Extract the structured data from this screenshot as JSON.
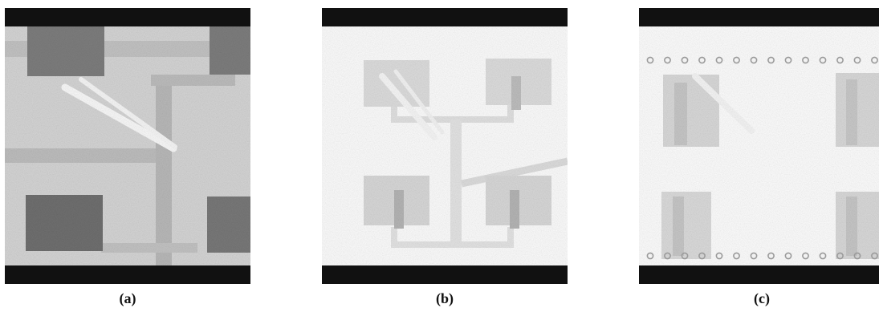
{
  "panels": [
    {
      "id": "a",
      "caption": "(a)"
    },
    {
      "id": "b",
      "caption": "(b)"
    },
    {
      "id": "c",
      "caption": "(c)"
    }
  ],
  "colors": {
    "frame": "#111111",
    "pad_dark": "#7a7a7a",
    "background_a": "#d6d6d6",
    "background_bc": "#fbfbfb"
  }
}
